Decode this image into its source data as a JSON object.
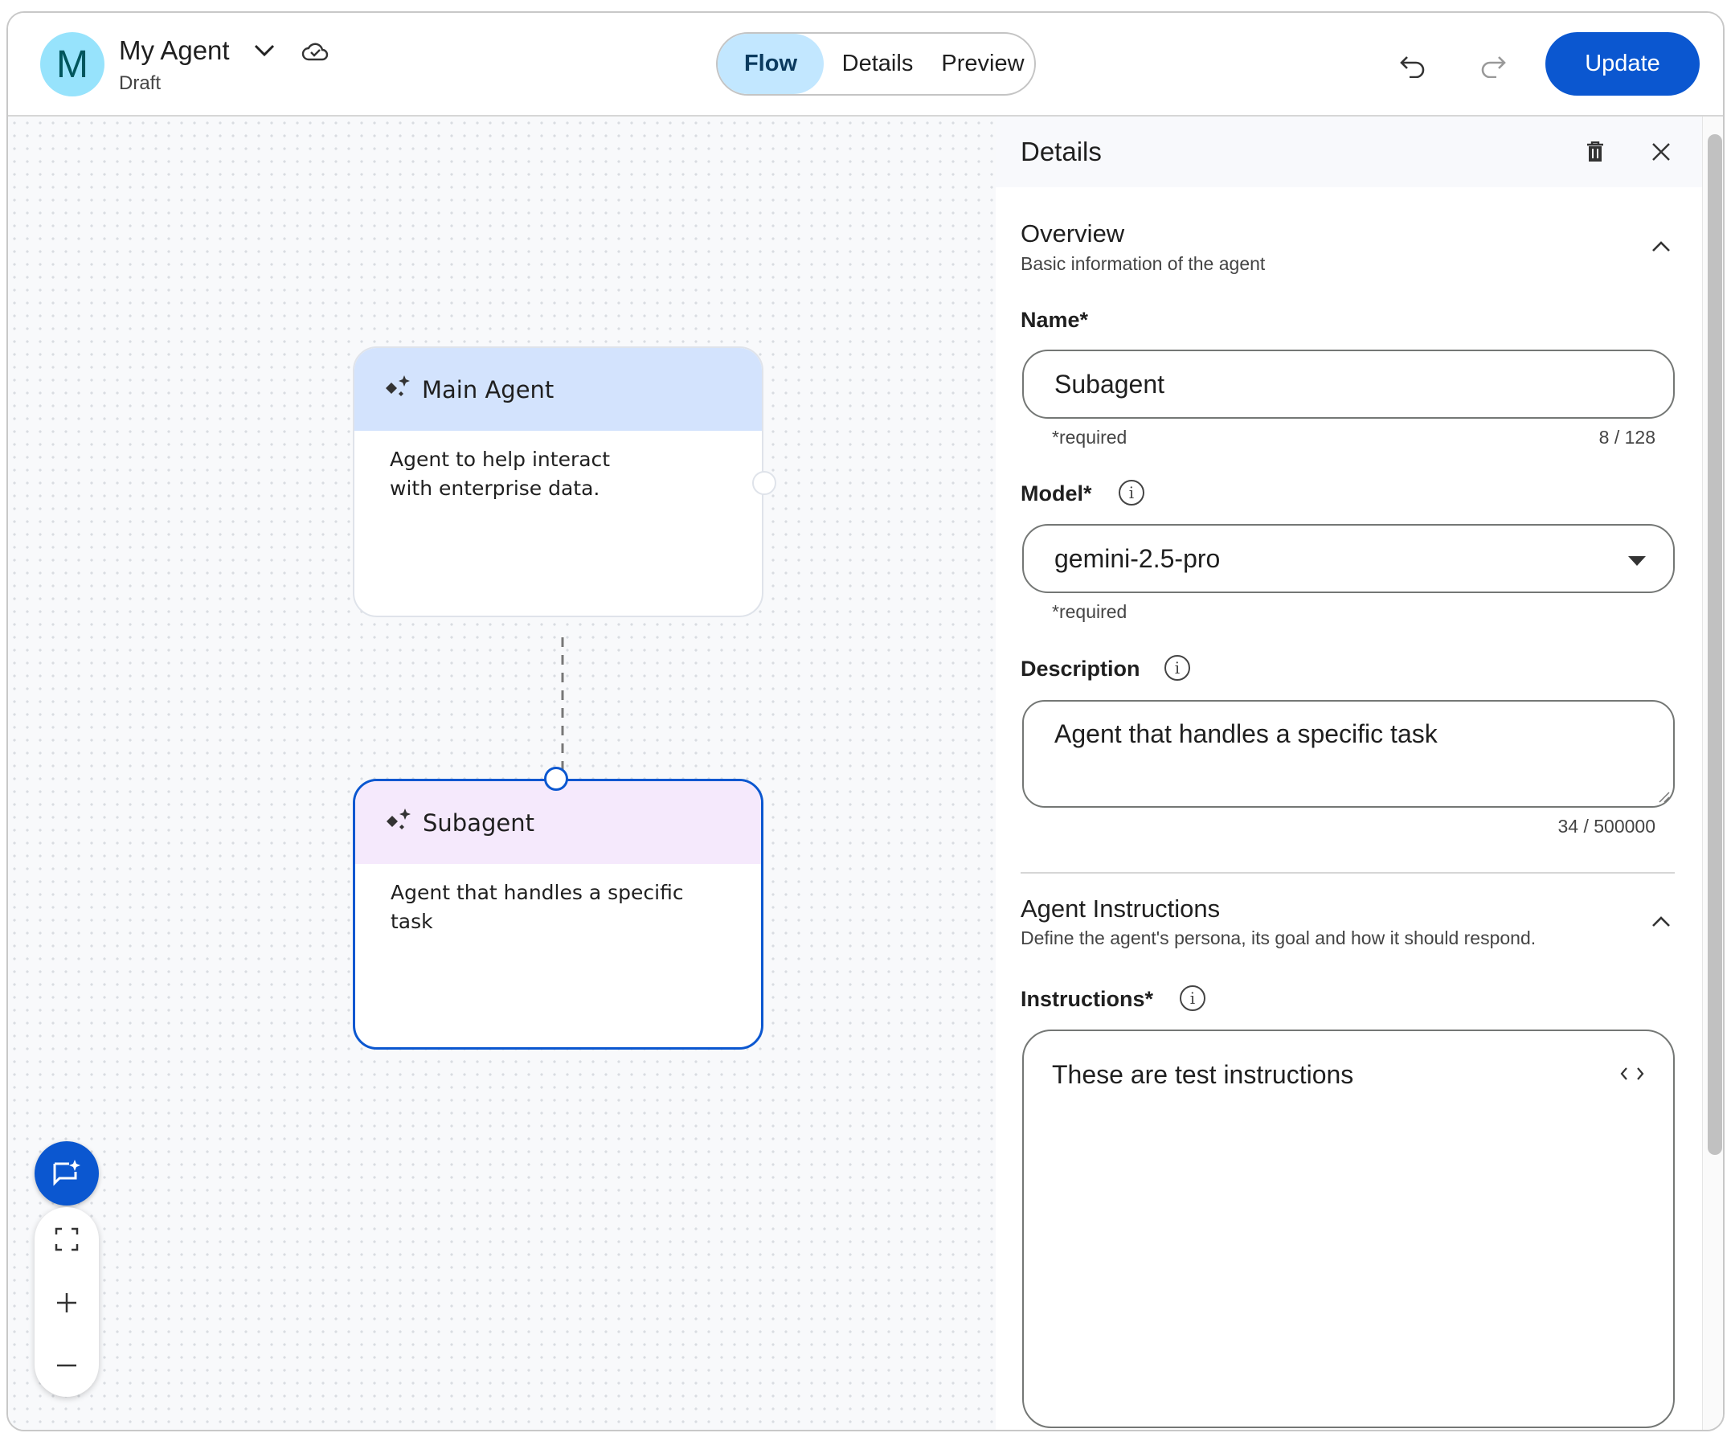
{
  "header": {
    "avatar_letter": "M",
    "app_name": "My Agent",
    "status": "Draft",
    "tabs": [
      {
        "label": "Flow",
        "active": true
      },
      {
        "label": "Details",
        "active": false
      },
      {
        "label": "Preview",
        "active": false
      }
    ],
    "update_label": "Update"
  },
  "canvas": {
    "nodes": [
      {
        "title": "Main Agent",
        "description": "Agent to help interact with enterprise data.",
        "header_color": "#d3e3fd"
      },
      {
        "title": "Subagent",
        "description": "Agent that handles a specific task",
        "header_color": "#f5e9fc",
        "selected": true
      }
    ]
  },
  "panel": {
    "title": "Details",
    "overview": {
      "title": "Overview",
      "subtitle": "Basic information of the agent",
      "name_label": "Name*",
      "name_value": "Subagent",
      "name_hint": "*required",
      "name_count": "8 / 128",
      "model_label": "Model*",
      "model_value": "gemini-2.5-pro",
      "model_hint": "*required",
      "description_label": "Description",
      "description_value": "Agent that handles a specific task",
      "description_count": "34 / 500000"
    },
    "instructions": {
      "title": "Agent Instructions",
      "subtitle": "Define the agent's persona, its goal and how it should respond.",
      "label": "Instructions*",
      "value": "These are test instructions"
    }
  },
  "colors": {
    "accent": "#0b57d0",
    "tab_active": "#c2e7ff",
    "avatar": "#97e3fc"
  }
}
